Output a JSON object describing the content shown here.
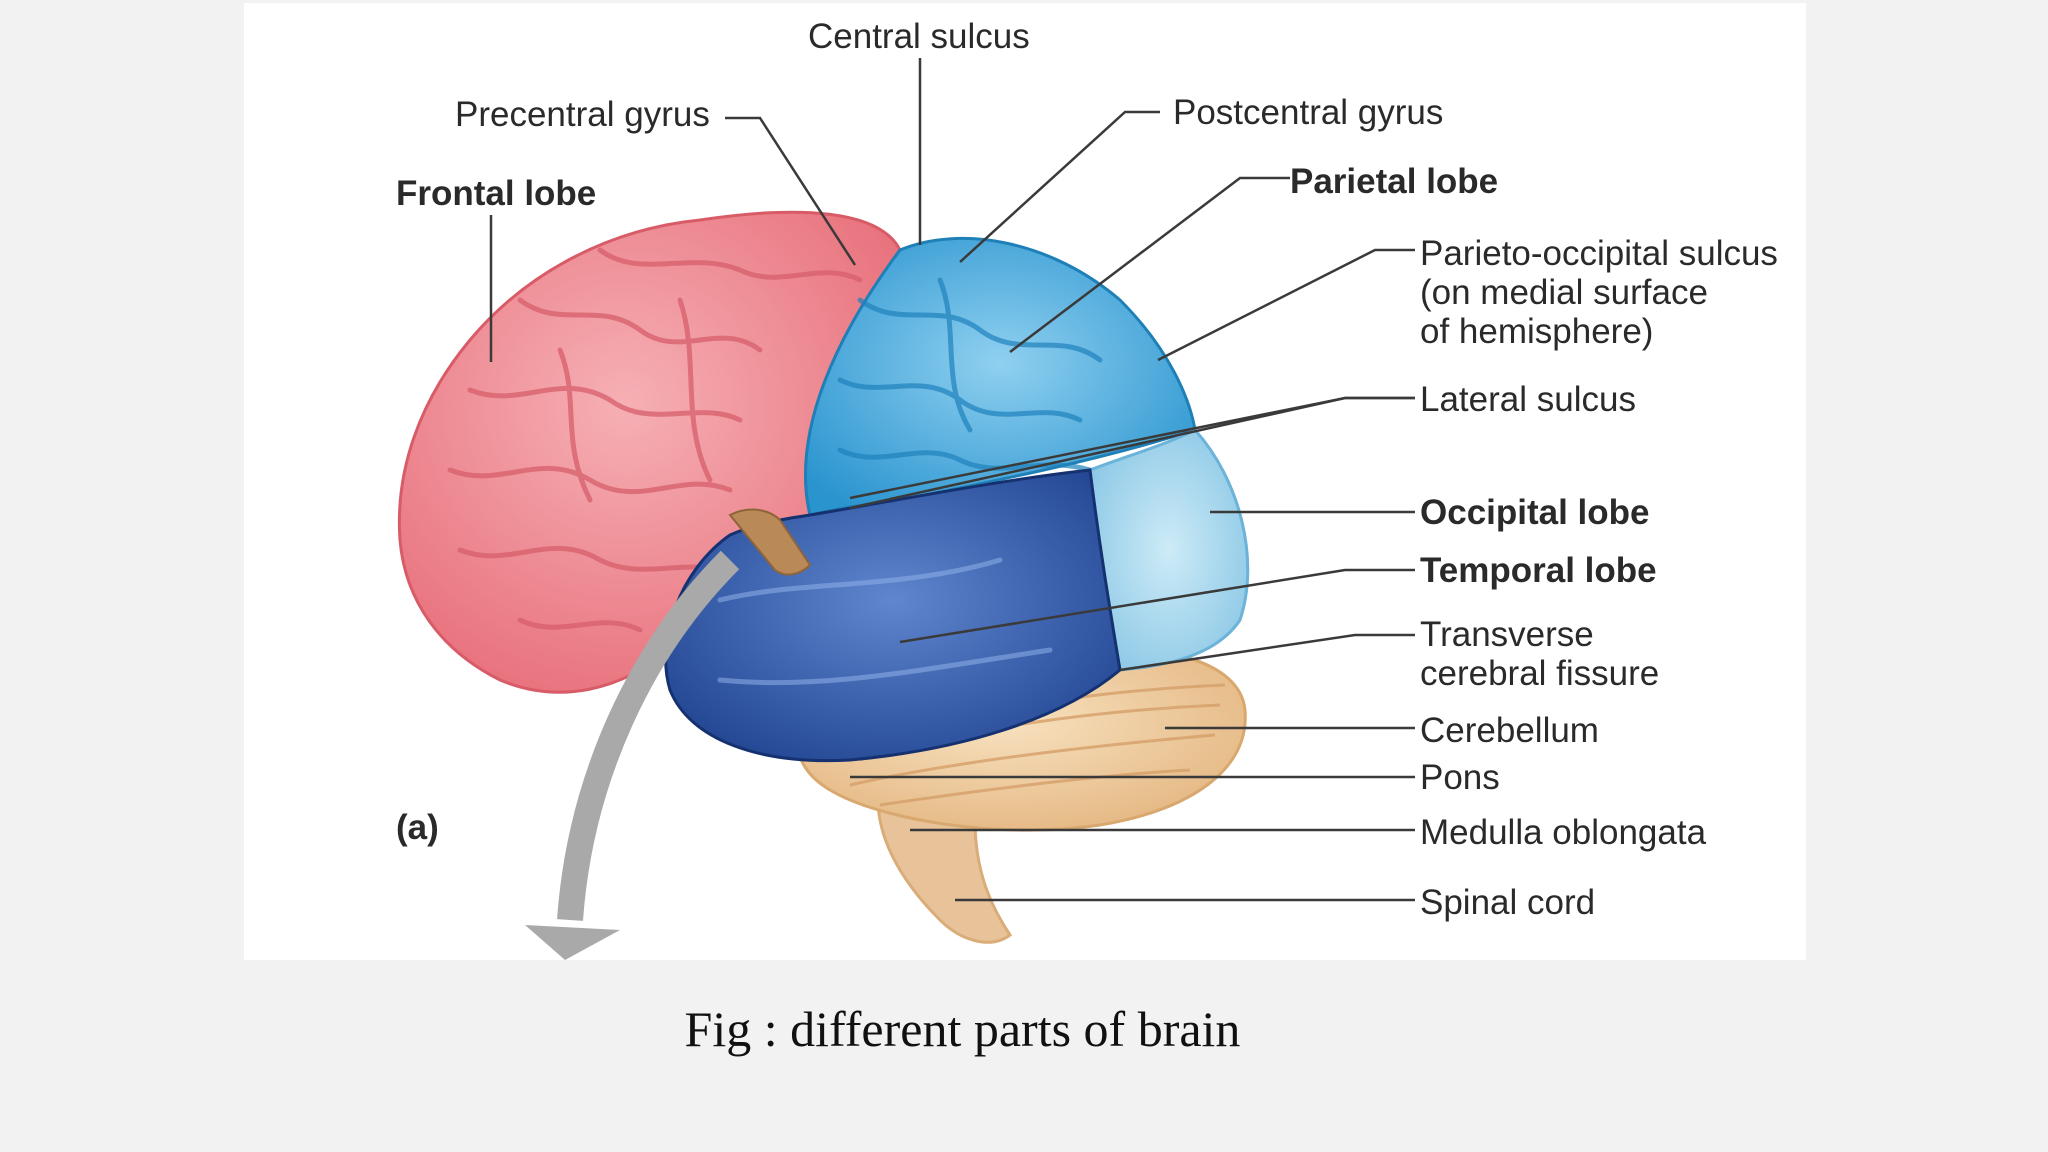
{
  "figure": {
    "panel_label": "(a)",
    "caption": "Fig : different parts of brain",
    "labels": {
      "central_sulcus": "Central sulcus",
      "precentral_gyrus": "Precentral gyrus",
      "postcentral_gyrus": "Postcentral gyrus",
      "frontal_lobe": "Frontal lobe",
      "parietal_lobe": "Parietal lobe",
      "parieto_occipital_sulcus": "Parieto-occipital sulcus\n(on medial surface\nof hemisphere)",
      "lateral_sulcus": "Lateral sulcus",
      "occipital_lobe": "Occipital lobe",
      "temporal_lobe": "Temporal lobe",
      "transverse_cerebral_fissure": "Transverse\ncerebral fissure",
      "cerebellum": "Cerebellum",
      "pons": "Pons",
      "medulla_oblongata": "Medulla oblongata",
      "spinal_cord": "Spinal cord"
    },
    "colors": {
      "frontal_lobe": "#f28b93",
      "parietal_lobe": "#4fb0e0",
      "occipital_lobe": "#a8d8ee",
      "temporal_lobe": "#2d5aa8",
      "cerebellum": "#f0cfa0",
      "brainstem": "#e8c39a",
      "arrow": "#a9a9a9"
    }
  }
}
